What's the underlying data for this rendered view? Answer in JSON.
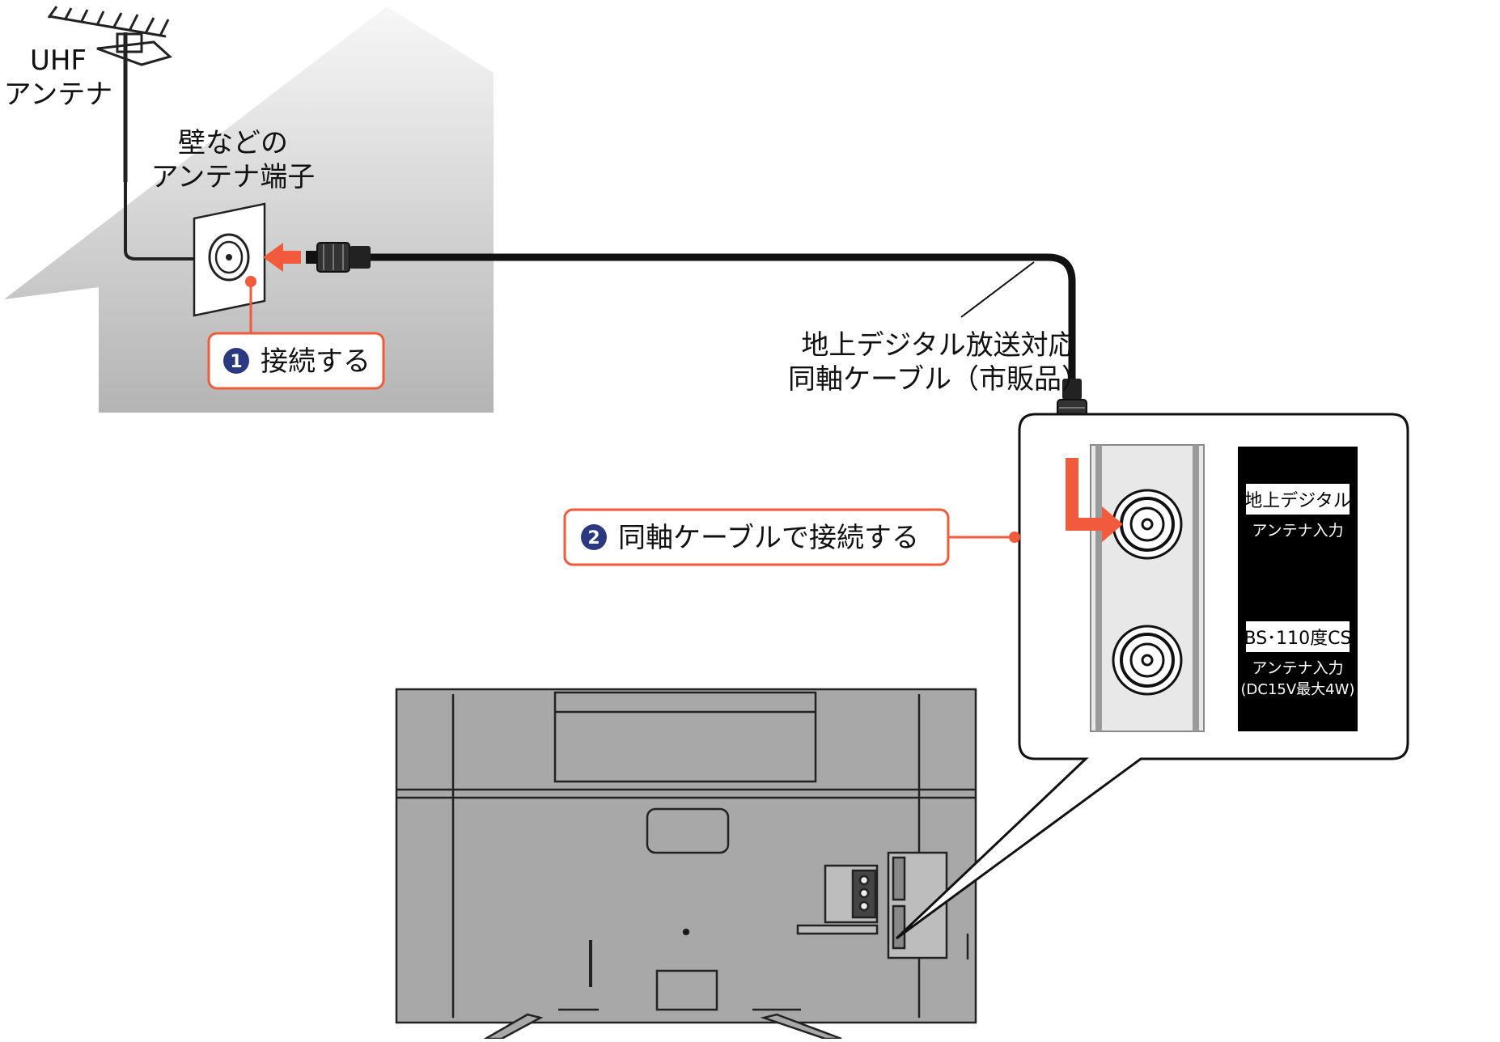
{
  "labels": {
    "uhf_line1": "UHF",
    "uhf_line2": "アンテナ",
    "wall_line1": "壁などの",
    "wall_line2": "アンテナ端子",
    "cable_line1": "地上デジタル放送対応",
    "cable_line2": "同軸ケーブル（市販品）"
  },
  "steps": [
    {
      "number": "1",
      "text": "接続する"
    },
    {
      "number": "2",
      "text": "同軸ケーブルで接続する"
    }
  ],
  "panel": {
    "terrestrial_badge": "地上デジタル",
    "terrestrial_label": "アンテナ入力",
    "bs_badge": "BS･110度CS",
    "bs_label_line1": "アンテナ入力",
    "bs_label_line2": "(DC15V最大4W)"
  },
  "colors": {
    "accent": "#f15a3a",
    "step_circle": "#2b3a80",
    "tv_body": "#a8a8a8",
    "house_gradient_top": "#f7f7f7",
    "house_gradient_bottom": "#b7b7b7",
    "cable": "#111111",
    "panel_black": "#000000"
  }
}
